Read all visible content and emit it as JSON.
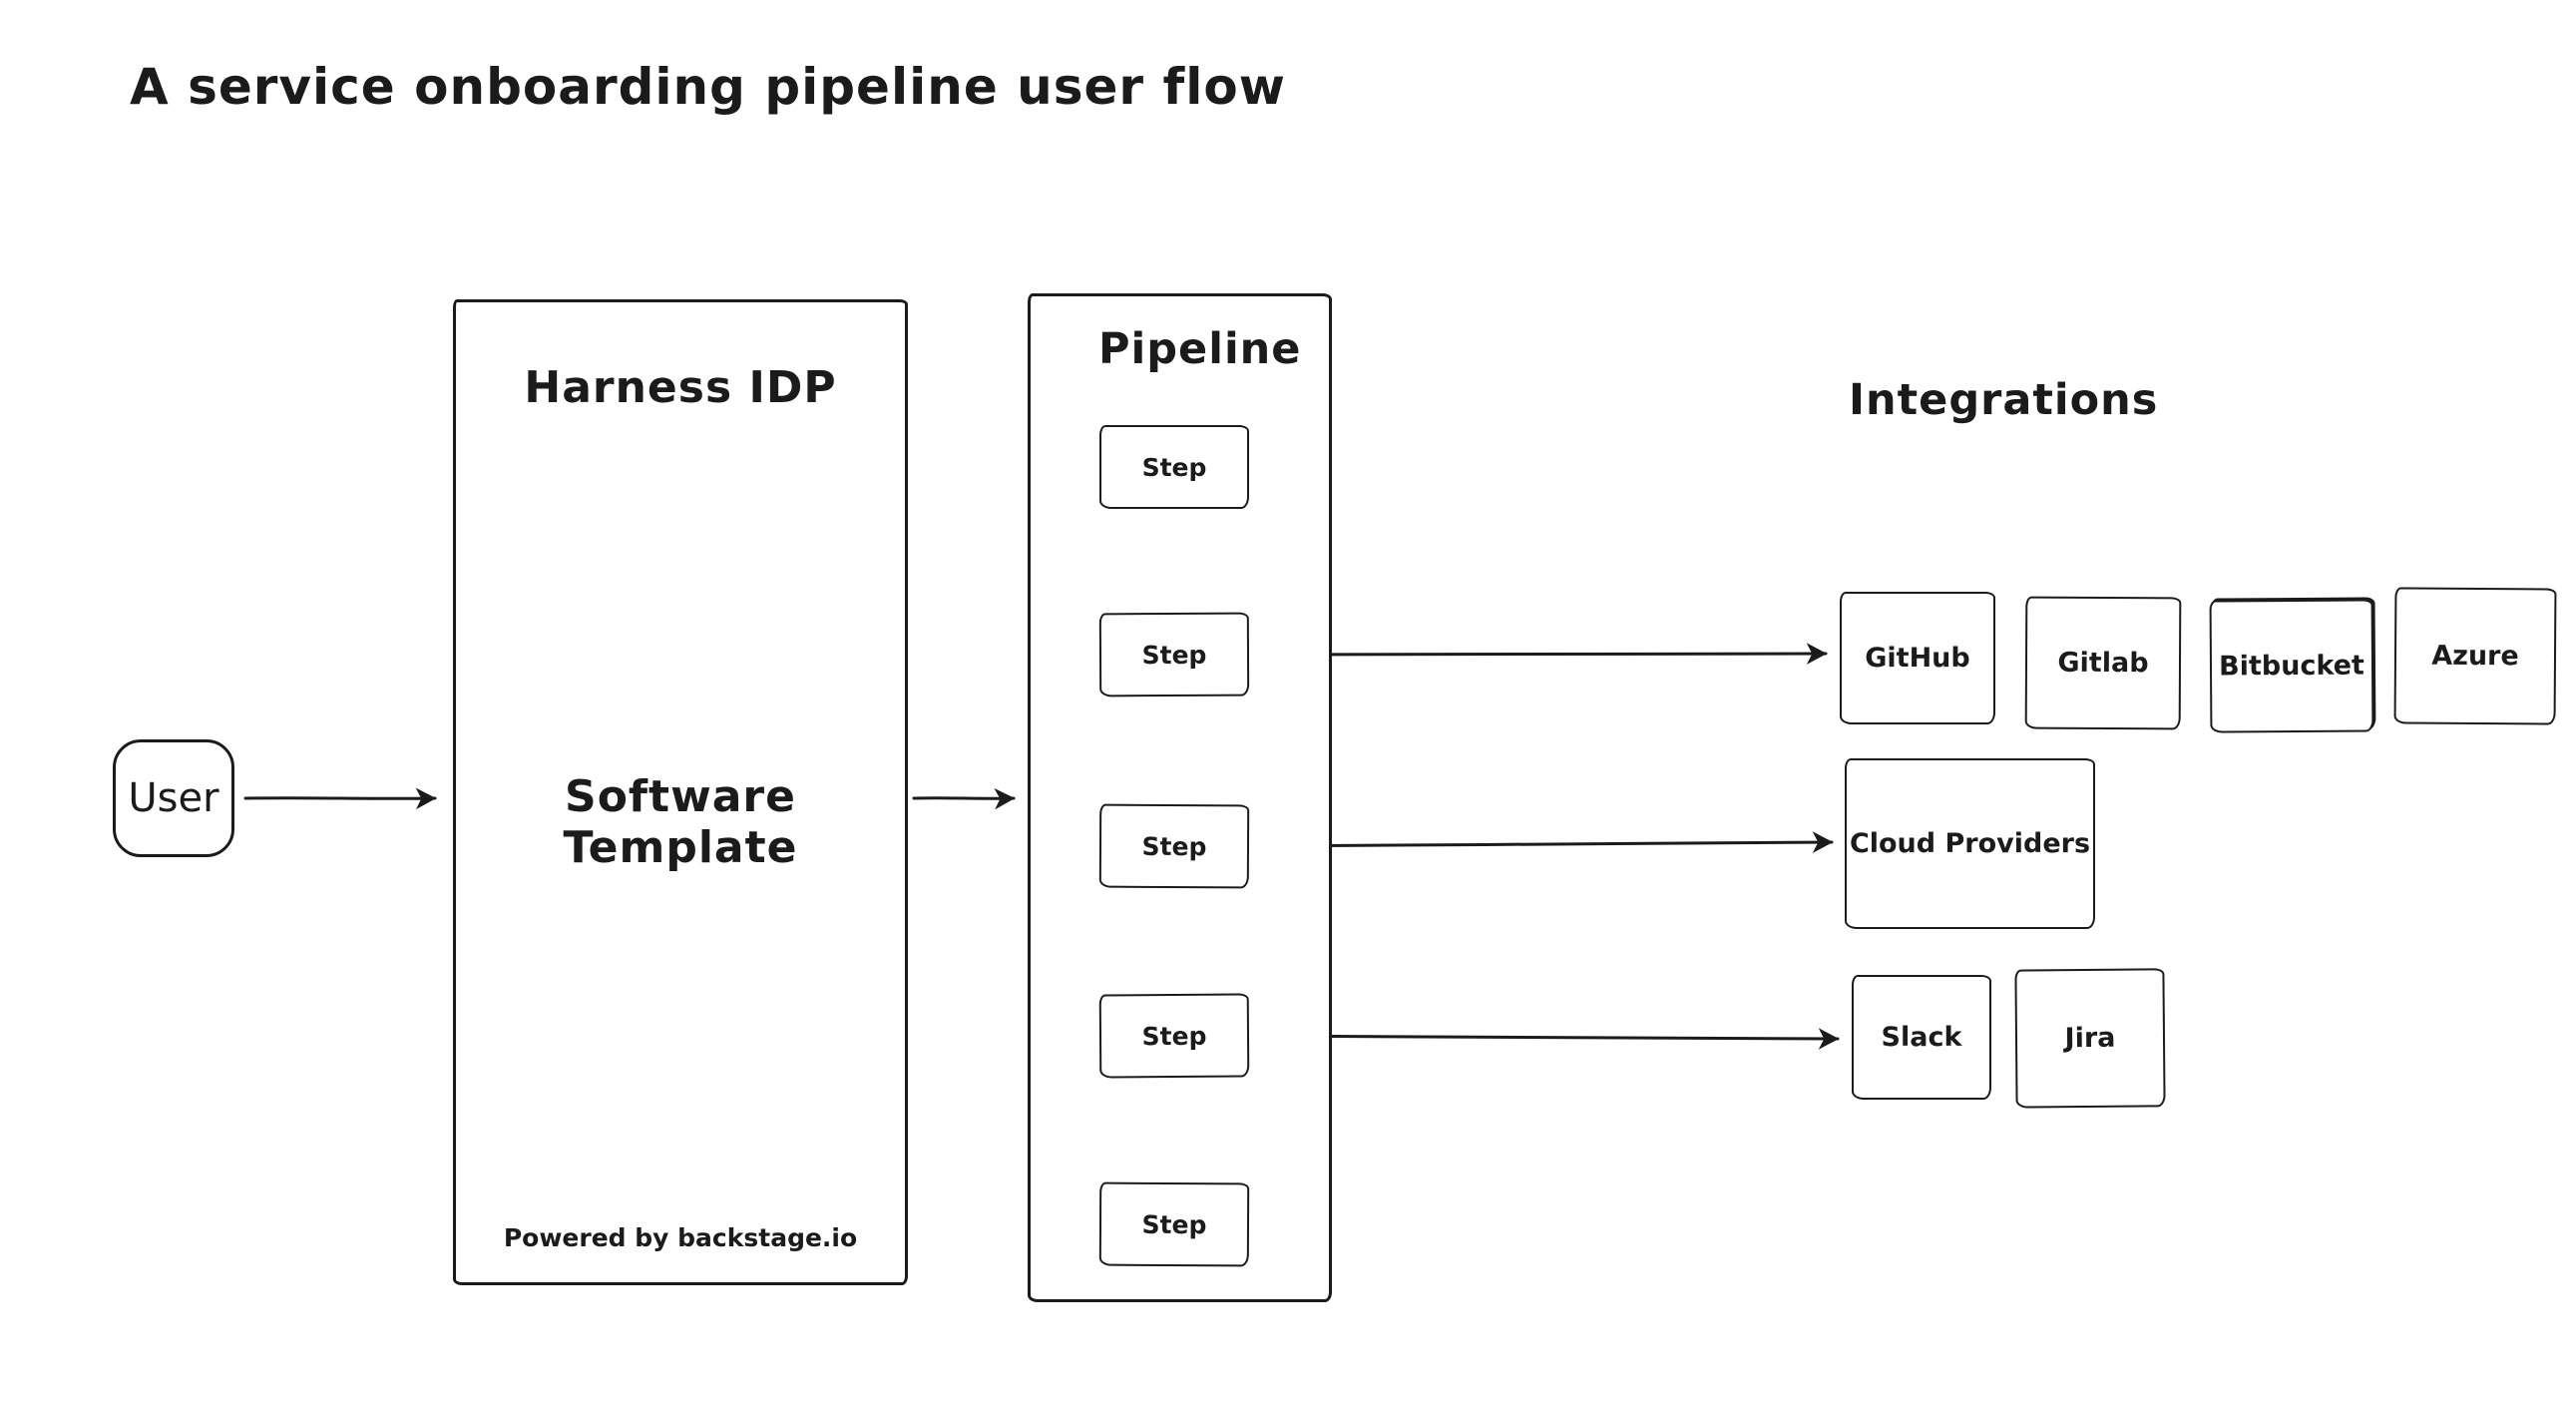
{
  "title": "A service onboarding pipeline user flow",
  "user_node": {
    "label": "User"
  },
  "harness": {
    "title": "Harness IDP",
    "body": "Software Template",
    "footer": "Powered by backstage.io"
  },
  "pipeline": {
    "title": "Pipeline",
    "steps": [
      "Step",
      "Step",
      "Step",
      "Step",
      "Step"
    ]
  },
  "integrations": {
    "title": "Integrations",
    "scm": [
      "GitHub",
      "Gitlab",
      "Bitbucket",
      "Azure"
    ],
    "cloud": [
      "Cloud Providers"
    ],
    "collab": [
      "Slack",
      "Jira"
    ]
  },
  "colors": {
    "stroke": "#1b1b1b",
    "background": "#ffffff"
  }
}
